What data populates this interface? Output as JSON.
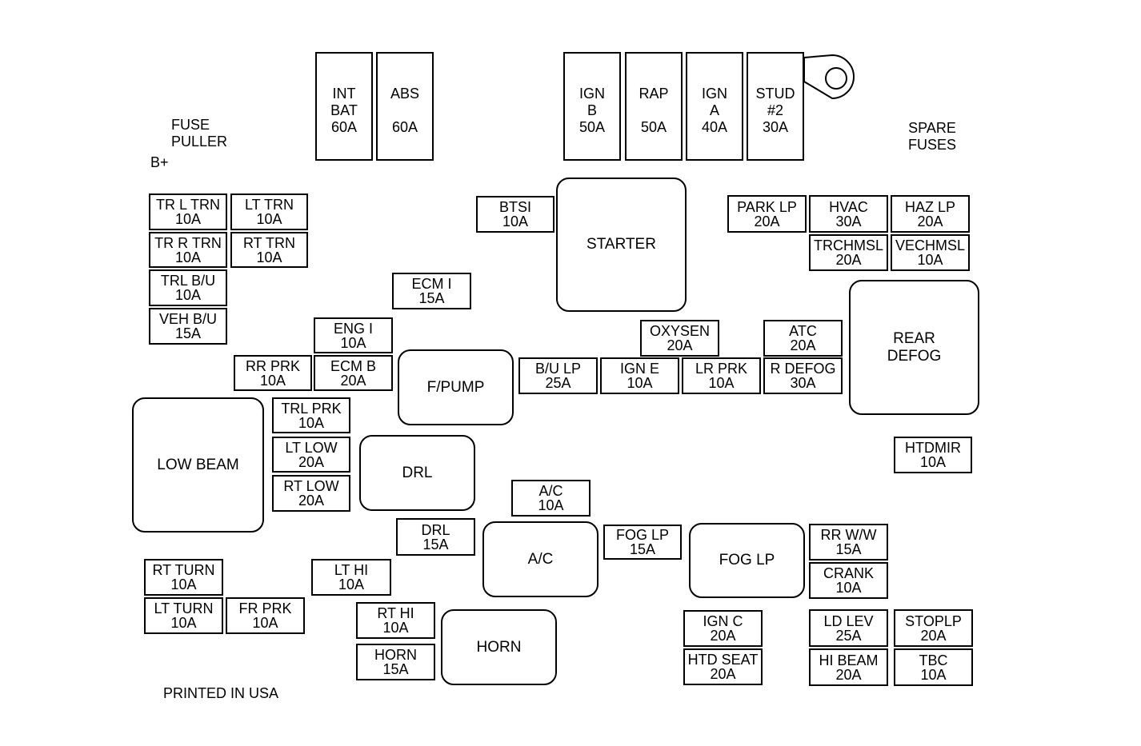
{
  "labels": {
    "fuse_puller": [
      "FUSE",
      "PULLER"
    ],
    "b_plus": "B+",
    "spare_fuses": [
      "SPARE",
      "FUSES"
    ],
    "printed": "PRINTED IN USA"
  },
  "maxi_fuses": [
    {
      "id": "int-bat",
      "lines": [
        "INT",
        "BAT",
        "60A"
      ]
    },
    {
      "id": "abs",
      "lines": [
        "ABS",
        "60A"
      ]
    },
    {
      "id": "ign-b",
      "lines": [
        "IGN",
        "B",
        "50A"
      ]
    },
    {
      "id": "rap",
      "lines": [
        "RAP",
        "50A"
      ]
    },
    {
      "id": "ign-a",
      "lines": [
        "IGN",
        "A",
        "40A"
      ]
    },
    {
      "id": "stud-2",
      "lines": [
        "STUD",
        "#2",
        "30A"
      ]
    }
  ],
  "relays": [
    {
      "id": "starter",
      "lines": [
        "STARTER"
      ]
    },
    {
      "id": "rear-defog",
      "lines": [
        "REAR",
        "DEFOG"
      ]
    },
    {
      "id": "f-pump",
      "lines": [
        "F/PUMP"
      ]
    },
    {
      "id": "low-beam",
      "lines": [
        "LOW BEAM"
      ]
    },
    {
      "id": "drl",
      "lines": [
        "DRL"
      ]
    },
    {
      "id": "ac",
      "lines": [
        "A/C"
      ]
    },
    {
      "id": "fog-lp",
      "lines": [
        "FOG LP"
      ]
    },
    {
      "id": "horn",
      "lines": [
        "HORN"
      ]
    }
  ],
  "fuses": [
    {
      "id": "tr-l-trn",
      "lines": [
        "TR L TRN",
        "10A"
      ]
    },
    {
      "id": "lt-trn",
      "lines": [
        "LT TRN",
        "10A"
      ]
    },
    {
      "id": "tr-r-trn",
      "lines": [
        "TR R TRN",
        "10A"
      ]
    },
    {
      "id": "rt-trn",
      "lines": [
        "RT TRN",
        "10A"
      ]
    },
    {
      "id": "trl-bu",
      "lines": [
        "TRL B/U",
        "10A"
      ]
    },
    {
      "id": "veh-bu",
      "lines": [
        "VEH B/U",
        "15A"
      ]
    },
    {
      "id": "btsi",
      "lines": [
        "BTSI",
        "10A"
      ]
    },
    {
      "id": "park-lp",
      "lines": [
        "PARK LP",
        "20A"
      ]
    },
    {
      "id": "hvac",
      "lines": [
        "HVAC",
        "30A"
      ]
    },
    {
      "id": "haz-lp",
      "lines": [
        "HAZ LP",
        "20A"
      ]
    },
    {
      "id": "trchmsl",
      "lines": [
        "TRCHMSL",
        "20A"
      ]
    },
    {
      "id": "vechmsl",
      "lines": [
        "VECHMSL",
        "10A"
      ]
    },
    {
      "id": "ecm-i",
      "lines": [
        "ECM I",
        "15A"
      ]
    },
    {
      "id": "eng-i",
      "lines": [
        "ENG I",
        "10A"
      ]
    },
    {
      "id": "oxysen",
      "lines": [
        "OXYSEN",
        "20A"
      ]
    },
    {
      "id": "atc",
      "lines": [
        "ATC",
        "20A"
      ]
    },
    {
      "id": "rr-prk",
      "lines": [
        "RR PRK",
        "10A"
      ]
    },
    {
      "id": "ecm-b",
      "lines": [
        "ECM B",
        "20A"
      ]
    },
    {
      "id": "bu-lp",
      "lines": [
        "B/U LP",
        "25A"
      ]
    },
    {
      "id": "ign-e",
      "lines": [
        "IGN E",
        "10A"
      ]
    },
    {
      "id": "lr-prk",
      "lines": [
        "LR PRK",
        "10A"
      ]
    },
    {
      "id": "r-defog",
      "lines": [
        "R DEFOG",
        "30A"
      ]
    },
    {
      "id": "trl-prk",
      "lines": [
        "TRL PRK",
        "10A"
      ]
    },
    {
      "id": "lt-low",
      "lines": [
        "LT LOW",
        "20A"
      ]
    },
    {
      "id": "rt-low",
      "lines": [
        "RT LOW",
        "20A"
      ]
    },
    {
      "id": "htdmir",
      "lines": [
        "HTDMIR",
        "10A"
      ]
    },
    {
      "id": "ac-fuse",
      "lines": [
        "A/C",
        "10A"
      ]
    },
    {
      "id": "drl-fuse",
      "lines": [
        "DRL",
        "15A"
      ]
    },
    {
      "id": "fog-lp-fuse",
      "lines": [
        "FOG LP",
        "15A"
      ]
    },
    {
      "id": "rr-ww",
      "lines": [
        "RR W/W",
        "15A"
      ]
    },
    {
      "id": "crank",
      "lines": [
        "CRANK",
        "10A"
      ]
    },
    {
      "id": "rt-turn",
      "lines": [
        "RT TURN",
        "10A"
      ]
    },
    {
      "id": "lt-hi",
      "lines": [
        "LT HI",
        "10A"
      ]
    },
    {
      "id": "lt-turn",
      "lines": [
        "LT TURN",
        "10A"
      ]
    },
    {
      "id": "fr-prk",
      "lines": [
        "FR PRK",
        "10A"
      ]
    },
    {
      "id": "rt-hi",
      "lines": [
        "RT HI",
        "10A"
      ]
    },
    {
      "id": "ign-c",
      "lines": [
        "IGN C",
        "20A"
      ]
    },
    {
      "id": "ld-lev",
      "lines": [
        "LD LEV",
        "25A"
      ]
    },
    {
      "id": "stoplp",
      "lines": [
        "STOPLP",
        "20A"
      ]
    },
    {
      "id": "horn-fuse",
      "lines": [
        "HORN",
        "15A"
      ]
    },
    {
      "id": "htd-seat",
      "lines": [
        "HTD SEAT",
        "20A"
      ]
    },
    {
      "id": "hi-beam",
      "lines": [
        "HI BEAM",
        "20A"
      ]
    },
    {
      "id": "tbc",
      "lines": [
        "TBC",
        "10A"
      ]
    }
  ]
}
